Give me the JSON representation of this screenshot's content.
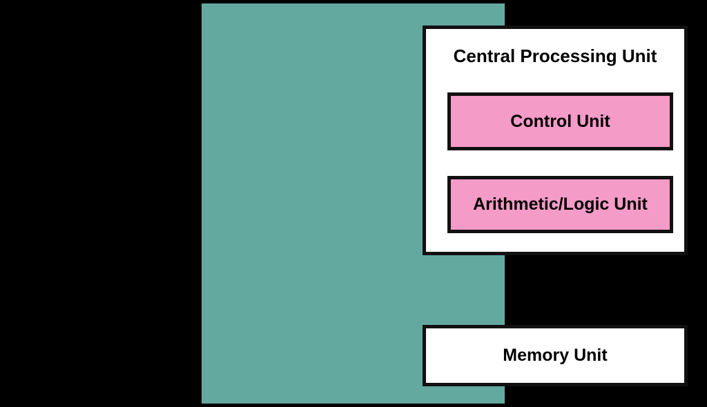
{
  "diagram": {
    "title_semantic": "von-neumann-computer-architecture",
    "system_panel": {
      "label": "",
      "color": "#64a9a0"
    },
    "cpu": {
      "title": "Central Processing Unit",
      "fill": "#ffffff",
      "border": "#111111",
      "units": [
        {
          "label": "Control Unit",
          "fill": "#f59bc8",
          "border": "#111111"
        },
        {
          "label": "Arithmetic/Logic Unit",
          "fill": "#f59bc8",
          "border": "#111111"
        }
      ]
    },
    "memory": {
      "label": "Memory Unit",
      "fill": "#ffffff",
      "border": "#111111"
    },
    "connections": [
      {
        "name": "cpu-to-memory",
        "direction": "down",
        "from": "Central Processing Unit",
        "to": "Memory Unit",
        "color": "#000000"
      },
      {
        "name": "memory-to-cpu",
        "direction": "up",
        "from": "Memory Unit",
        "to": "Central Processing Unit",
        "color": "#000000"
      }
    ],
    "background": "#000000"
  }
}
